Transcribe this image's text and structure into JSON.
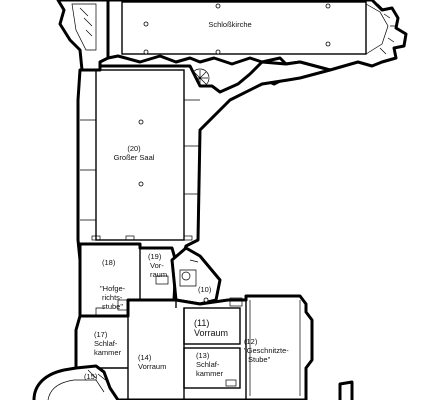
{
  "rooms": {
    "chapel": "Schloßkirche",
    "great_hall_number": "(20)",
    "great_hall_name": "Großer Saal",
    "r18_number": "(18)",
    "r18_name_1": "\"Hofge-",
    "r18_name_2": "richts-",
    "r18_name_3": "stube\"",
    "r19_number": "(19)",
    "r19_name_1": "Vor-",
    "r19_name_2": "raum",
    "r10_number": "(10)",
    "r11_number": "(11)",
    "r11_name": "Vorraum",
    "r12_number": "(12)",
    "r12_name_1": "\"Geschnitzte-",
    "r12_name_2": "Stube\"",
    "r13_number": "(13)",
    "r13_name_1": "Schlaf-",
    "r13_name_2": "kammer",
    "r14_number": "(14)",
    "r14_name": "Vorraum",
    "r15_number": "(15)",
    "r17_number": "(17)",
    "r17_name_1": "Schlaf-",
    "r17_name_2": "kammer"
  }
}
